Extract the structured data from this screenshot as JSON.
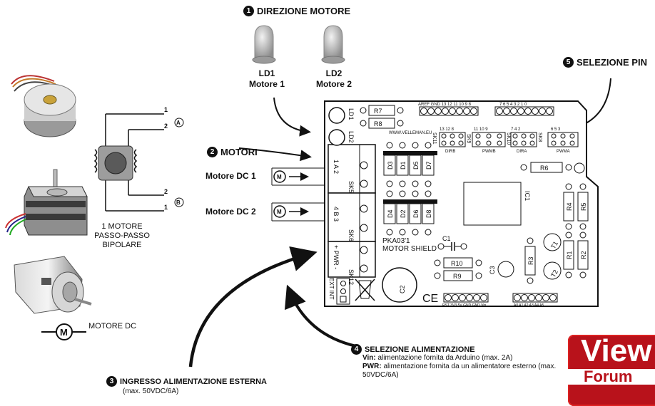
{
  "sections": {
    "s1": {
      "num": "1",
      "title": "DIREZIONE MOTORE"
    },
    "s2": {
      "num": "2",
      "title": "MOTORI"
    },
    "s3": {
      "num": "3",
      "title": "INGRESSO ALIMENTAZIONE ESTERNA",
      "note": "(max. 50VDC/6A)"
    },
    "s4": {
      "num": "4",
      "title": "SELEZIONE ALIMENTAZIONE",
      "vin_key": "Vin:",
      "vin_text": "alimentazione fornita da Arduino (max. 2A)",
      "pwr_key": "PWR:",
      "pwr_text": "alimentazione fornita da un alimentatore esterno (max. 50VDC/6A)"
    },
    "s5": {
      "num": "5",
      "title": "SELEZIONE PIN"
    }
  },
  "leds": [
    {
      "id": "LD1",
      "motor": "Motore 1"
    },
    {
      "id": "LD2",
      "motor": "Motore 2"
    }
  ],
  "motors": {
    "dc1": "Motore DC 1",
    "dc2": "Motore DC 2",
    "stepper_line1": "1 MOTORE",
    "stepper_line2": "PASSO-PASSO",
    "stepper_line3": "BIPOLARE",
    "dc_label": "MOTORE DC",
    "m_symbol": "M",
    "coil_a": "A",
    "coil_b": "B",
    "pin1": "1",
    "pin2": "2"
  },
  "board": {
    "name_line1": "PKA03'1",
    "name_line2": "MOTOR SHIELD",
    "website": "WWW.VELLEMAN.EU",
    "resistors": [
      "R7",
      "R8",
      "R6",
      "R10",
      "R9",
      "R4",
      "R5",
      "R1",
      "R2",
      "R3"
    ],
    "diodes": [
      "D3",
      "D1",
      "D5",
      "D7",
      "D4",
      "D2",
      "D6",
      "D8"
    ],
    "connectors": [
      "SK5",
      "SK6",
      "SK12"
    ],
    "sk5_pins": "1 A 2",
    "sk6_pins": "4 B 3",
    "sk12_pins": "+ PWR -",
    "ext_int": "EXT INT",
    "ic": "IC1",
    "caps": [
      "C1",
      "C2",
      "C3"
    ],
    "transistors": [
      "T1",
      "T2"
    ],
    "leds": [
      "LD1",
      "LD2"
    ],
    "header_top": "AREF GND 13 12 11 10 9 8",
    "header_top2": "7 6 5 4 3 2 1 0",
    "pinsel": [
      "SK9",
      "SK10",
      "SK8",
      "SK11"
    ],
    "pinsel_labels": [
      "DIRB",
      "PWMB",
      "DIRA",
      "PWMA"
    ],
    "pinsel_nums": [
      "13 12 8",
      "11 10 9",
      "7 4 2",
      "6 5 3"
    ],
    "header_bottom": "RST 3V3 5V GND GND Vin",
    "header_bottom2": "A0 A1 A2 A3 A4 A5",
    "ce": "CE"
  },
  "banner": {
    "line1": "View",
    "line2": "Forum"
  }
}
